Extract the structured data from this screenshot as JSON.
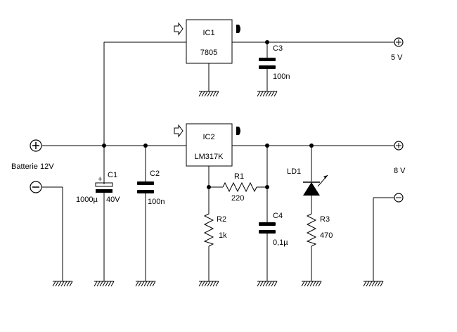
{
  "components": {
    "ic1": {
      "ref": "IC1",
      "value": "7805"
    },
    "ic2": {
      "ref": "IC2",
      "value": "LM317K"
    },
    "c1": {
      "ref": "C1",
      "value": "1000µ",
      "voltage": "40V",
      "polarity": "+"
    },
    "c2": {
      "ref": "C2",
      "value": "100n"
    },
    "c3": {
      "ref": "C3",
      "value": "100n"
    },
    "c4": {
      "ref": "C4",
      "value": "0,1µ"
    },
    "r1": {
      "ref": "R1",
      "value": "220"
    },
    "r2": {
      "ref": "R2",
      "value": "1k"
    },
    "r3": {
      "ref": "R3",
      "value": "470"
    },
    "ld1": {
      "ref": "LD1"
    }
  },
  "terminals": {
    "input_label": "Batterie 12V",
    "out5_label": "5 V",
    "out8_label": "8 V"
  }
}
